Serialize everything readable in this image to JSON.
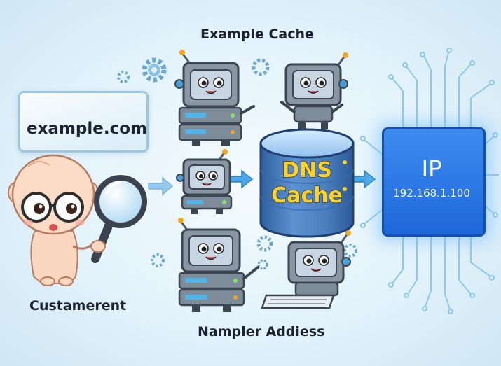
{
  "labels": {
    "top": "Example Cache",
    "bottom": "Nampler Addiess",
    "customer": "Custamerent",
    "domain": "example.com",
    "cache_line1": "DNS",
    "cache_line2": "Cache",
    "ip_title": "IP",
    "ip_value": "192.168.1.100"
  },
  "colors": {
    "cache_body": "#4a7fc0",
    "cache_text": "#ffd21e",
    "ip_panel": "#2a73e0",
    "arrow": "#4aa8e8",
    "robot_body": "#7e8c99",
    "circuit": "#8ec9ea"
  },
  "icons": [
    "magnifier-icon",
    "gear-icon",
    "robot-server-icon",
    "database-icon",
    "arrow-icon",
    "circuit-icon"
  ]
}
